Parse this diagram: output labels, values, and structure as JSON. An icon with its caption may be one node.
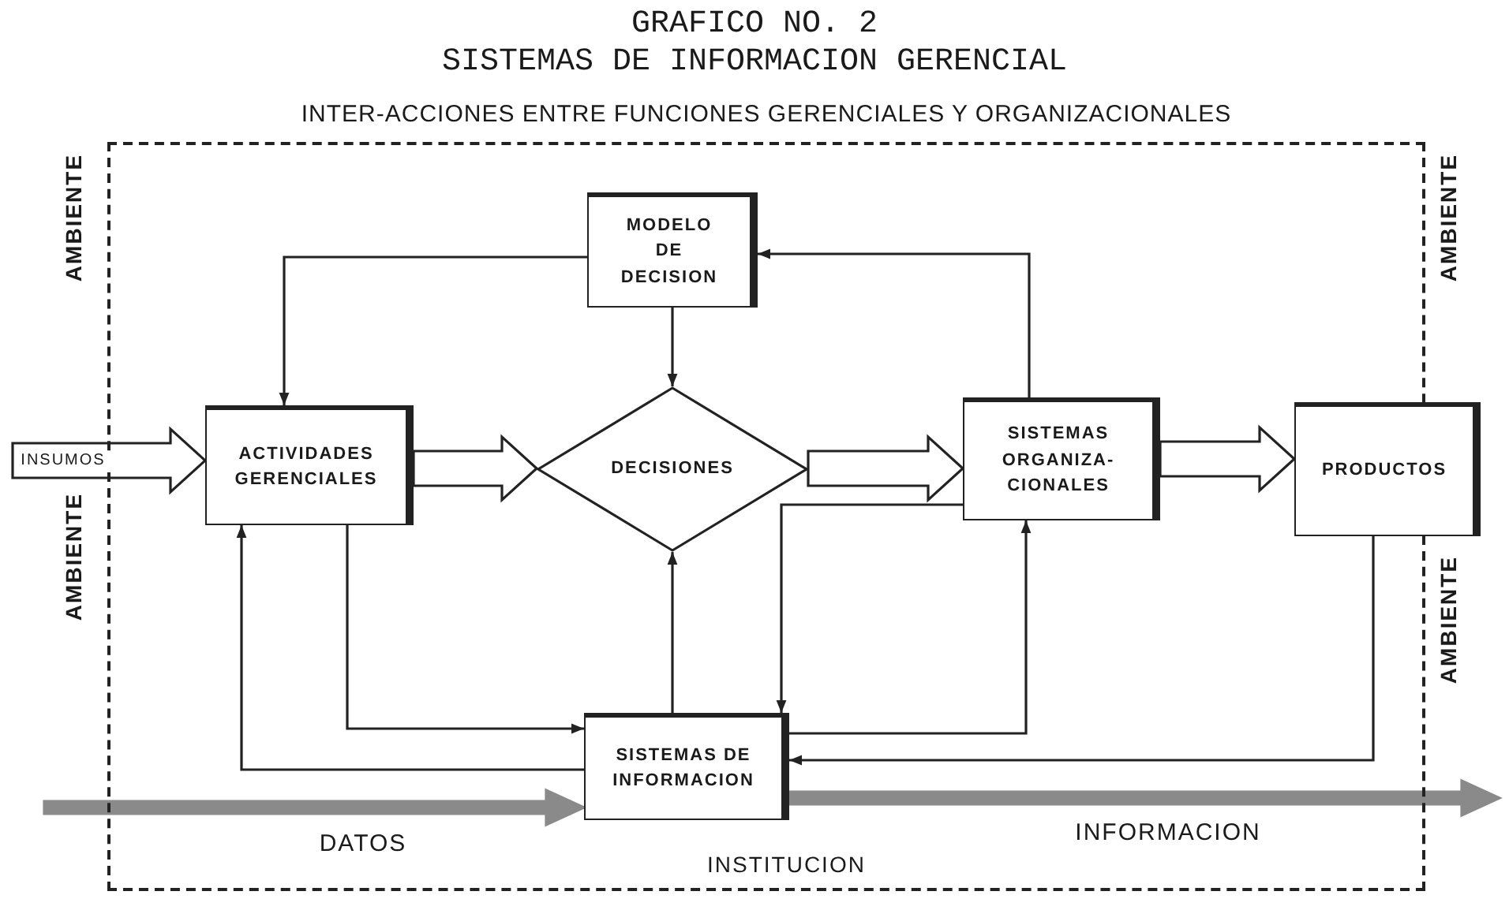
{
  "diagram": {
    "title": "SISTEMAS DE INFORMACION GERENCIAL",
    "nodes": [
      {
        "text": [
          "INTER-ACCIONES ENTRE FUNCIONES GERENCIALES Y ORGANIZACIONALES",
          "INSTITUCION"
        ]
      },
      {
        "text": [
          "MODELO DE DECISION"
        ],
        "in": 0
      },
      {
        "text": [
          "ACTIVIDADES GERENCIALES"
        ],
        "in": 0
      },
      {
        "text": [
          "DECISIONES"
        ],
        "in": 0
      },
      {
        "text": [
          "SISTEMAS ORGANIZA- CIONALES"
        ],
        "in": 0
      },
      {
        "text": [
          "PRODUCTOS"
        ]
      },
      {
        "text": [
          "SISTEMAS DE INFORMACION"
        ],
        "in": 0
      }
    ],
    "edges": [
      {
        "from": null,
        "to": 2,
        "arrow": "to",
        "label": "INSUMOS",
        "style": "thick"
      },
      {
        "from": 2,
        "to": 3,
        "arrow": "to",
        "style": "thick"
      },
      {
        "from": 3,
        "to": 4,
        "arrow": "to",
        "style": "thick"
      },
      {
        "from": 4,
        "to": 5,
        "arrow": "to",
        "style": "thick"
      },
      {
        "from": 1,
        "to": 2,
        "arrow": "to"
      },
      {
        "from": 1,
        "to": 3,
        "arrow": "to"
      },
      {
        "from": 4,
        "to": 1,
        "arrow": "to"
      },
      {
        "from": 2,
        "to": 6,
        "arrow": "to"
      },
      {
        "from": 6,
        "to": 2,
        "arrow": "to"
      },
      {
        "from": 6,
        "to": 3,
        "arrow": "to"
      },
      {
        "from": 6,
        "to": 4,
        "arrow": "to"
      },
      {
        "from": 4,
        "to": 6,
        "arrow": "to"
      },
      {
        "from": 5,
        "to": 6,
        "arrow": "to"
      },
      {
        "from": null,
        "to": 6,
        "arrow": "to",
        "label": "DATOS",
        "style": "thick",
        "color": "#8a8a8a"
      },
      {
        "from": 6,
        "to": null,
        "arrow": "to",
        "label": "INFORMACION",
        "style": "thick",
        "color": "#8a8a8a"
      }
    ],
    "labels": [
      "GRAFICO NO. 2",
      "AMBIENTE",
      "AMBIENTE",
      "AMBIENTE",
      "AMBIENTE"
    ]
  }
}
